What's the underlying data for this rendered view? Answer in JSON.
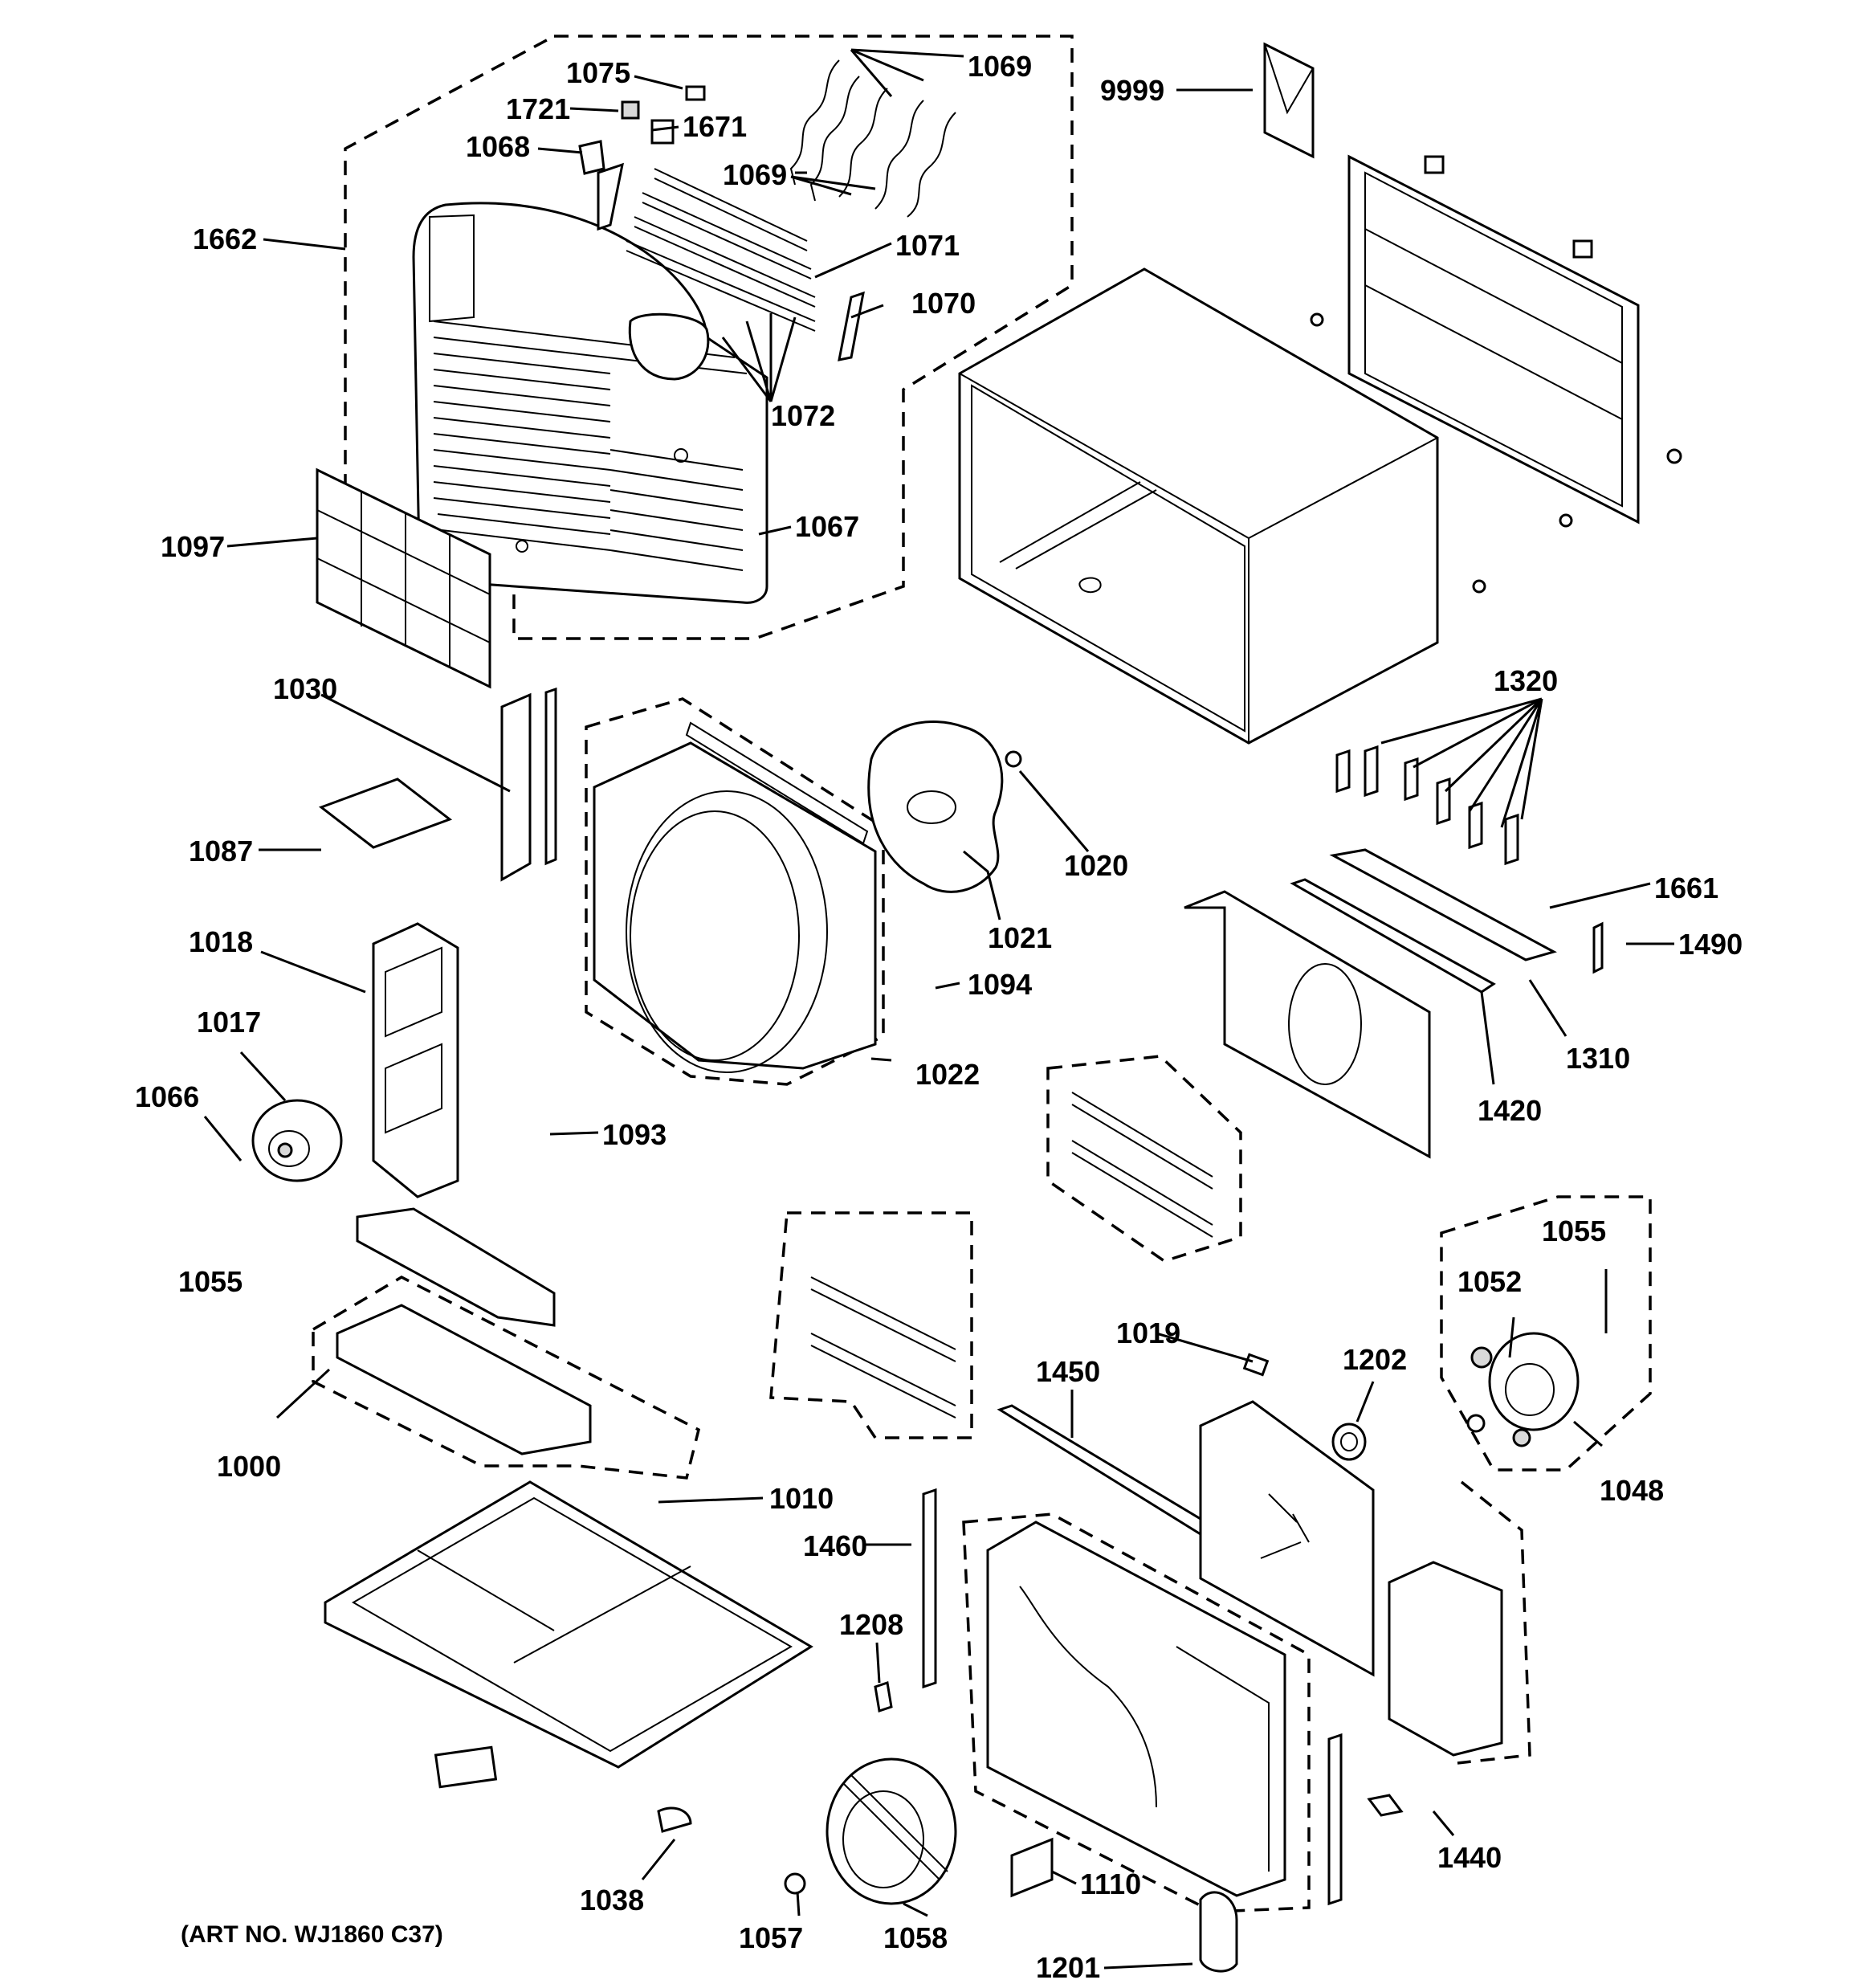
{
  "diagram": {
    "art_number": "(ART NO. WJ1860 C37)",
    "labels": {
      "p9999": "9999",
      "p1075": "1075",
      "p1069a": "1069",
      "p1721": "1721",
      "p1671": "1671",
      "p1068": "1068",
      "p1069b": "1069",
      "p1662": "1662",
      "p1071": "1071",
      "p1070": "1070",
      "p1072": "1072",
      "p1097": "1097",
      "p1067": "1067",
      "p1030": "1030",
      "p1320": "1320",
      "p1087": "1087",
      "p1020": "1020",
      "p1661": "1661",
      "p1490": "1490",
      "p1018": "1018",
      "p1021": "1021",
      "p1094": "1094",
      "p1017": "1017",
      "p1310": "1310",
      "p1022": "1022",
      "p1066": "1066",
      "p1420": "1420",
      "p1093": "1093",
      "p1055a": "1055",
      "p1055b": "1055",
      "p1052": "1052",
      "p1019": "1019",
      "p1450": "1450",
      "p1202": "1202",
      "p1000": "1000",
      "p1048": "1048",
      "p1010": "1010",
      "p1460": "1460",
      "p1208": "1208",
      "p1440": "1440",
      "p1110": "1110",
      "p1038": "1038",
      "p1057": "1057",
      "p1058": "1058",
      "p1201": "1201"
    }
  }
}
